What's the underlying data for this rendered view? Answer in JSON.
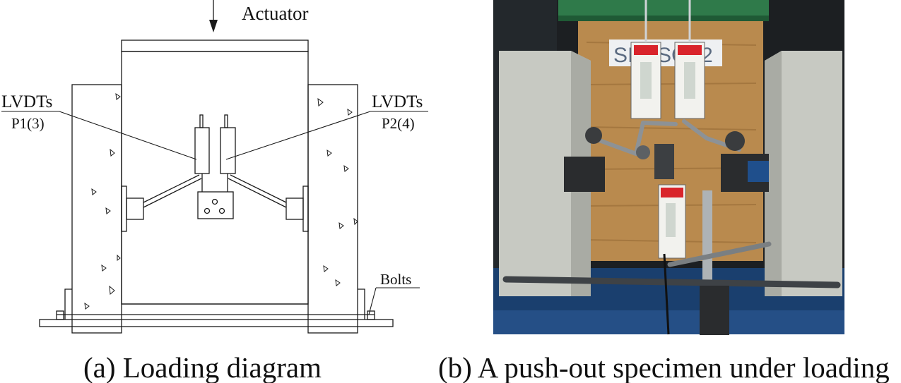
{
  "panel_a": {
    "labels": {
      "actuator": "Actuator",
      "lvdts_left": "LVDTs",
      "lvdts_left_sub": "P1(3)",
      "lvdts_right": "LVDTs",
      "lvdts_right_sub": "P2(4)",
      "bolts": "Bolts"
    },
    "caption": "(a)  Loading diagram"
  },
  "panel_b": {
    "photo_text": {
      "tag_left": "SI",
      "tag_mid": "SC",
      "tag_right": "2"
    },
    "caption": "(b) A push-out specimen under loading"
  },
  "colors": {
    "line": "#1a1a1a",
    "concrete": "#c7c9c2",
    "timber": "#b98a4e",
    "steel_green": "#2f7a4a",
    "photo_bg": "#1c1f22",
    "blue_base": "#1f4f8c"
  }
}
